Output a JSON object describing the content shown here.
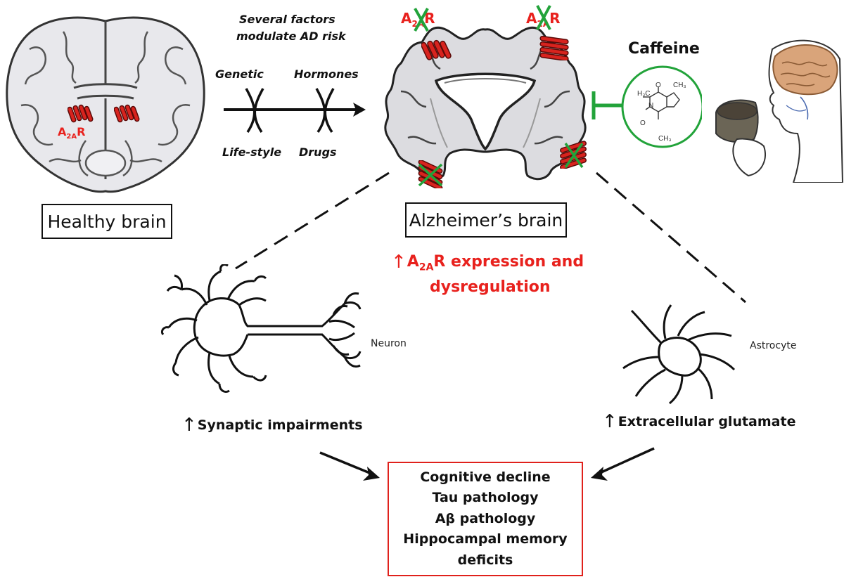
{
  "factors": {
    "header_line1": "Several factors",
    "header_line2": "modulate AD risk",
    "genetic": "Genetic",
    "hormones": "Hormones",
    "lifestyle": "Life-style",
    "drugs": "Drugs"
  },
  "brains": {
    "healthy_label": "Healthy brain",
    "alzheimer_label": "Alzheimer’s brain"
  },
  "receptor": {
    "a": "A",
    "sub": "2A",
    "r": "R"
  },
  "caffeine": {
    "title": "Caffeine",
    "mol_h3c": "H₃C",
    "mol_ch3_top": "CH₃",
    "mol_ch3_bottom": "CH₃",
    "mol_n": "N",
    "mol_o": "O"
  },
  "a2ar_effect": {
    "line1_suffix": " expression and",
    "line2": "dysregulation"
  },
  "cells": {
    "neuron_label": "Neuron",
    "astrocyte_label": "Astrocyte"
  },
  "effects": {
    "synaptic": "Synaptic impairments",
    "glutamate": "Extracellular glutamate"
  },
  "outcomes": [
    "Cognitive decline",
    "Tau pathology",
    "Aβ pathology",
    "Hippocampal memory",
    "deficits"
  ],
  "colors": {
    "receptor_red": "#d8231e",
    "block_green": "#22a33a",
    "outcome_border": "#e0211c",
    "brain_gray": "#dcdce0"
  }
}
